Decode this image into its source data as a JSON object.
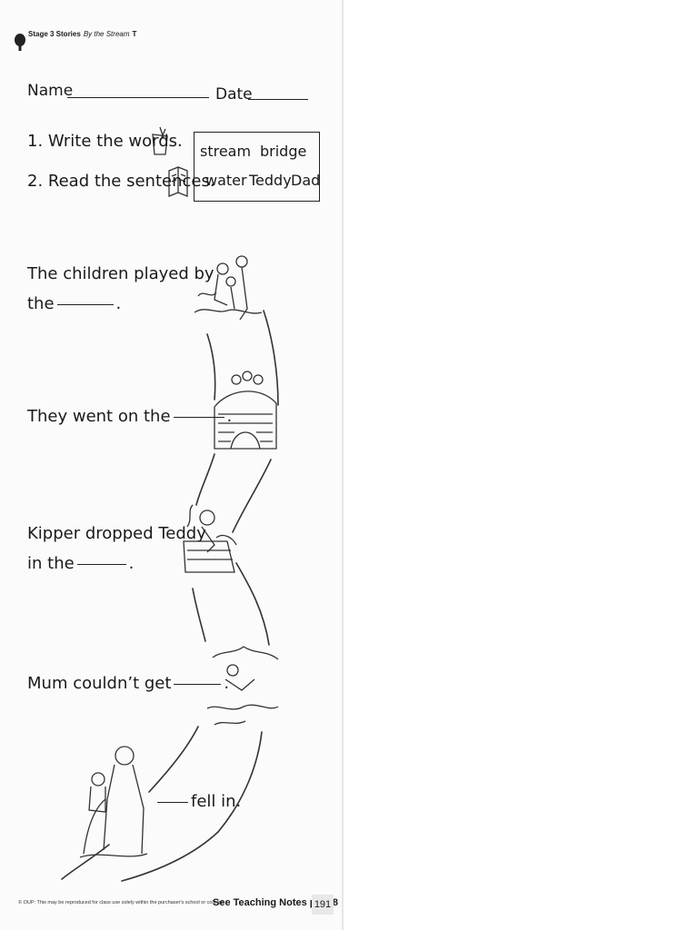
{
  "header": {
    "icon": "tree-icon",
    "series": "Stage 3 Stories",
    "story_title": "By the Stream",
    "suffix": "T"
  },
  "form": {
    "name_label": "Name",
    "date_label": "Date"
  },
  "instructions": {
    "step1": "1. Write the words.",
    "step1_icon": "pencil-icon",
    "step2": "2. Read the sentences.",
    "step2_icon": "book-icon"
  },
  "word_bank": [
    "stream",
    "bridge",
    "water",
    "Teddy",
    "Dad"
  ],
  "sentences": [
    {
      "line1": "The children played by",
      "line2_before": "the",
      "line2_after": "."
    },
    {
      "before": "They went on the",
      "after": "."
    },
    {
      "line1": "Kipper dropped Teddy",
      "line2_before": "in the",
      "line2_after": "."
    },
    {
      "before": "Mum couldn’t get",
      "after": "."
    },
    {
      "before": "",
      "after": "fell in."
    }
  ],
  "footer": {
    "copyright": "© OUP: This may be reproduced for class use solely within the purchaser's school or college",
    "notes": "See Teaching Notes p. 188",
    "page_number": "191"
  }
}
